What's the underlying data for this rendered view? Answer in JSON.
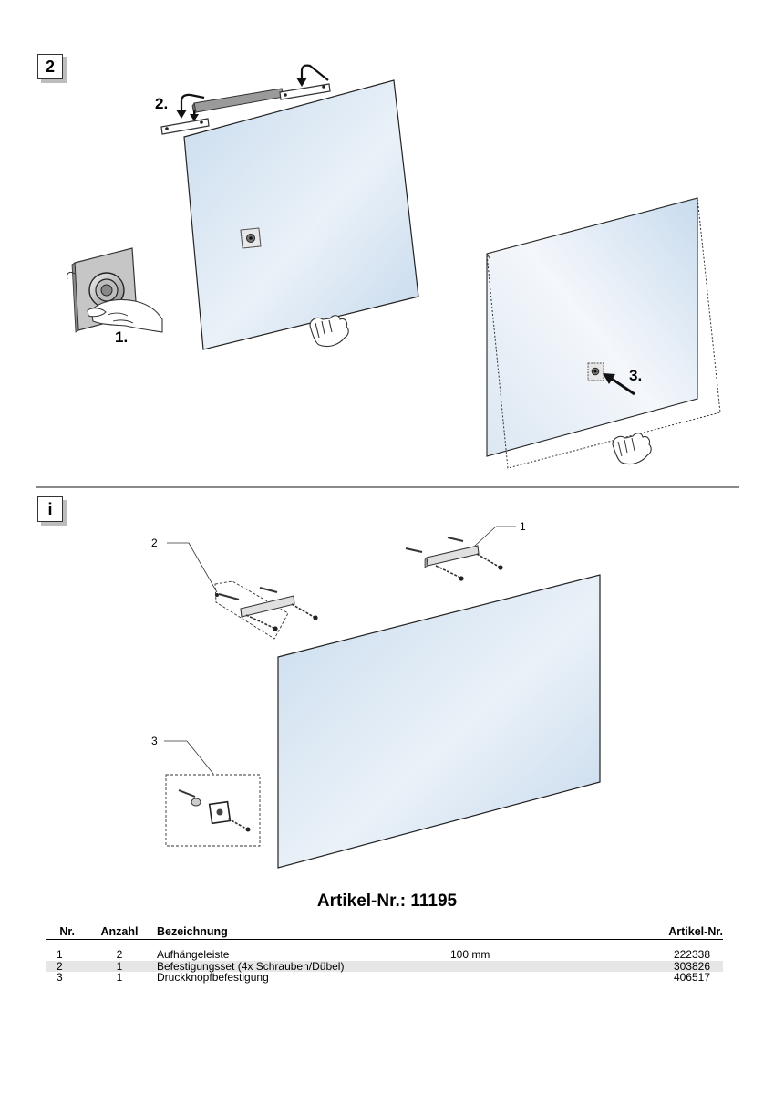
{
  "steps": {
    "section_badge": "2",
    "info_badge": "i",
    "step1_label": "1.",
    "step2_label": "2.",
    "step3_label": "3."
  },
  "callouts": {
    "c1": "1",
    "c2": "2",
    "c3": "3"
  },
  "article": {
    "heading": "Artikel-Nr.: 11195"
  },
  "parts_table": {
    "headers": {
      "nr": "Nr.",
      "anzahl": "Anzahl",
      "bezeichnung": "Bezeichnung",
      "size": "",
      "artikel": "Artikel-Nr."
    },
    "rows": [
      {
        "nr": "1",
        "anzahl": "2",
        "bezeichnung": "Aufhängeleiste",
        "size": "100 mm",
        "artikel": "222338"
      },
      {
        "nr": "2",
        "anzahl": "1",
        "bezeichnung": "Befestigungsset (4x Schrauben/Dübel)",
        "size": "",
        "artikel": "303826"
      },
      {
        "nr": "3",
        "anzahl": "1",
        "bezeichnung": "Druckknopfbefestigung",
        "size": "",
        "artikel": "406517"
      }
    ]
  },
  "colors": {
    "mirror_light": "#f2f6fb",
    "mirror_dark": "#c9dcee",
    "rule": "#8a8a8a",
    "shaded_row": "#e6e6e6"
  }
}
